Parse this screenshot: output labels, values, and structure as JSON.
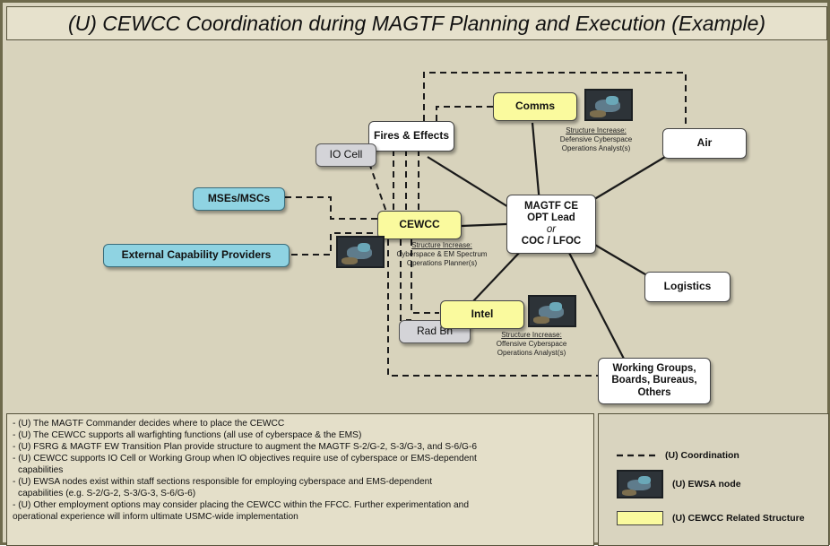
{
  "title": "(U) CEWCC Coordination during MAGTF Planning and Execution (Example)",
  "nodes": {
    "center": {
      "line1": "MAGTF CE",
      "line2": "OPT Lead",
      "line3": "or",
      "line4": "COC / LFOC"
    },
    "comms": "Comms",
    "fires_effects": "Fires & Effects",
    "io_cell": "IO Cell",
    "air": "Air",
    "mses_mscs": "MSEs/MSCs",
    "cewcc": "CEWCC",
    "external": "External Capability Providers",
    "logistics": "Logistics",
    "intel": "Intel",
    "rad_bn": "Rad Bn",
    "working_groups": {
      "line1": "Working Groups,",
      "line2": "Boards, Bureaus,",
      "line3": "Others"
    }
  },
  "structure_notes": {
    "comms": {
      "heading": "Structure Increase:",
      "line1": "Defensive Cyberspace",
      "line2": "Operations Analyst(s)"
    },
    "cewcc": {
      "heading": "Structure Increase:",
      "line1": "Cyberspace & EM Spectrum",
      "line2": "Operations Planner(s)"
    },
    "intel": {
      "heading": "Structure Increase:",
      "line1": "Offensive Cyberspace",
      "line2": "Operations Analyst(s)"
    }
  },
  "notes": [
    "- (U) The MAGTF Commander decides where to place the CEWCC",
    "- (U) The CEWCC supports all warfighting functions (all use of cyberspace & the EMS)",
    "- (U) FSRG & MAGTF EW Transition Plan provide structure to augment the MAGTF S-2/G-2, S-3/G-3, and S-6/G-6",
    "- (U) CEWCC supports IO Cell or Working Group when IO objectives require use of cyberspace or EMS-dependent",
    "  capabilities",
    "- (U) EWSA nodes exist within staff sections responsible for employing cyberspace and EMS-dependent",
    "  capabilities  (e.g. S-2/G-2, S-3/G-3, S-6/G-6)",
    "- (U) Other employment options may consider placing the CEWCC within the FFCC. Further experimentation and",
    "operational experience will inform ultimate USMC-wide implementation"
  ],
  "legend": {
    "coordination": "(U) Coordination",
    "ewsa_node": "(U) EWSA node",
    "related_structure": "(U) CEWCC Related Structure"
  },
  "colors": {
    "background": "#d9d4bf",
    "yellow_box": "#fafa9e",
    "blue_box": "#8fd3e2",
    "gray_box": "#d4d4d8",
    "white_box": "#ffffff"
  },
  "icons": {
    "ewsa": "ewsa-node-icon"
  }
}
